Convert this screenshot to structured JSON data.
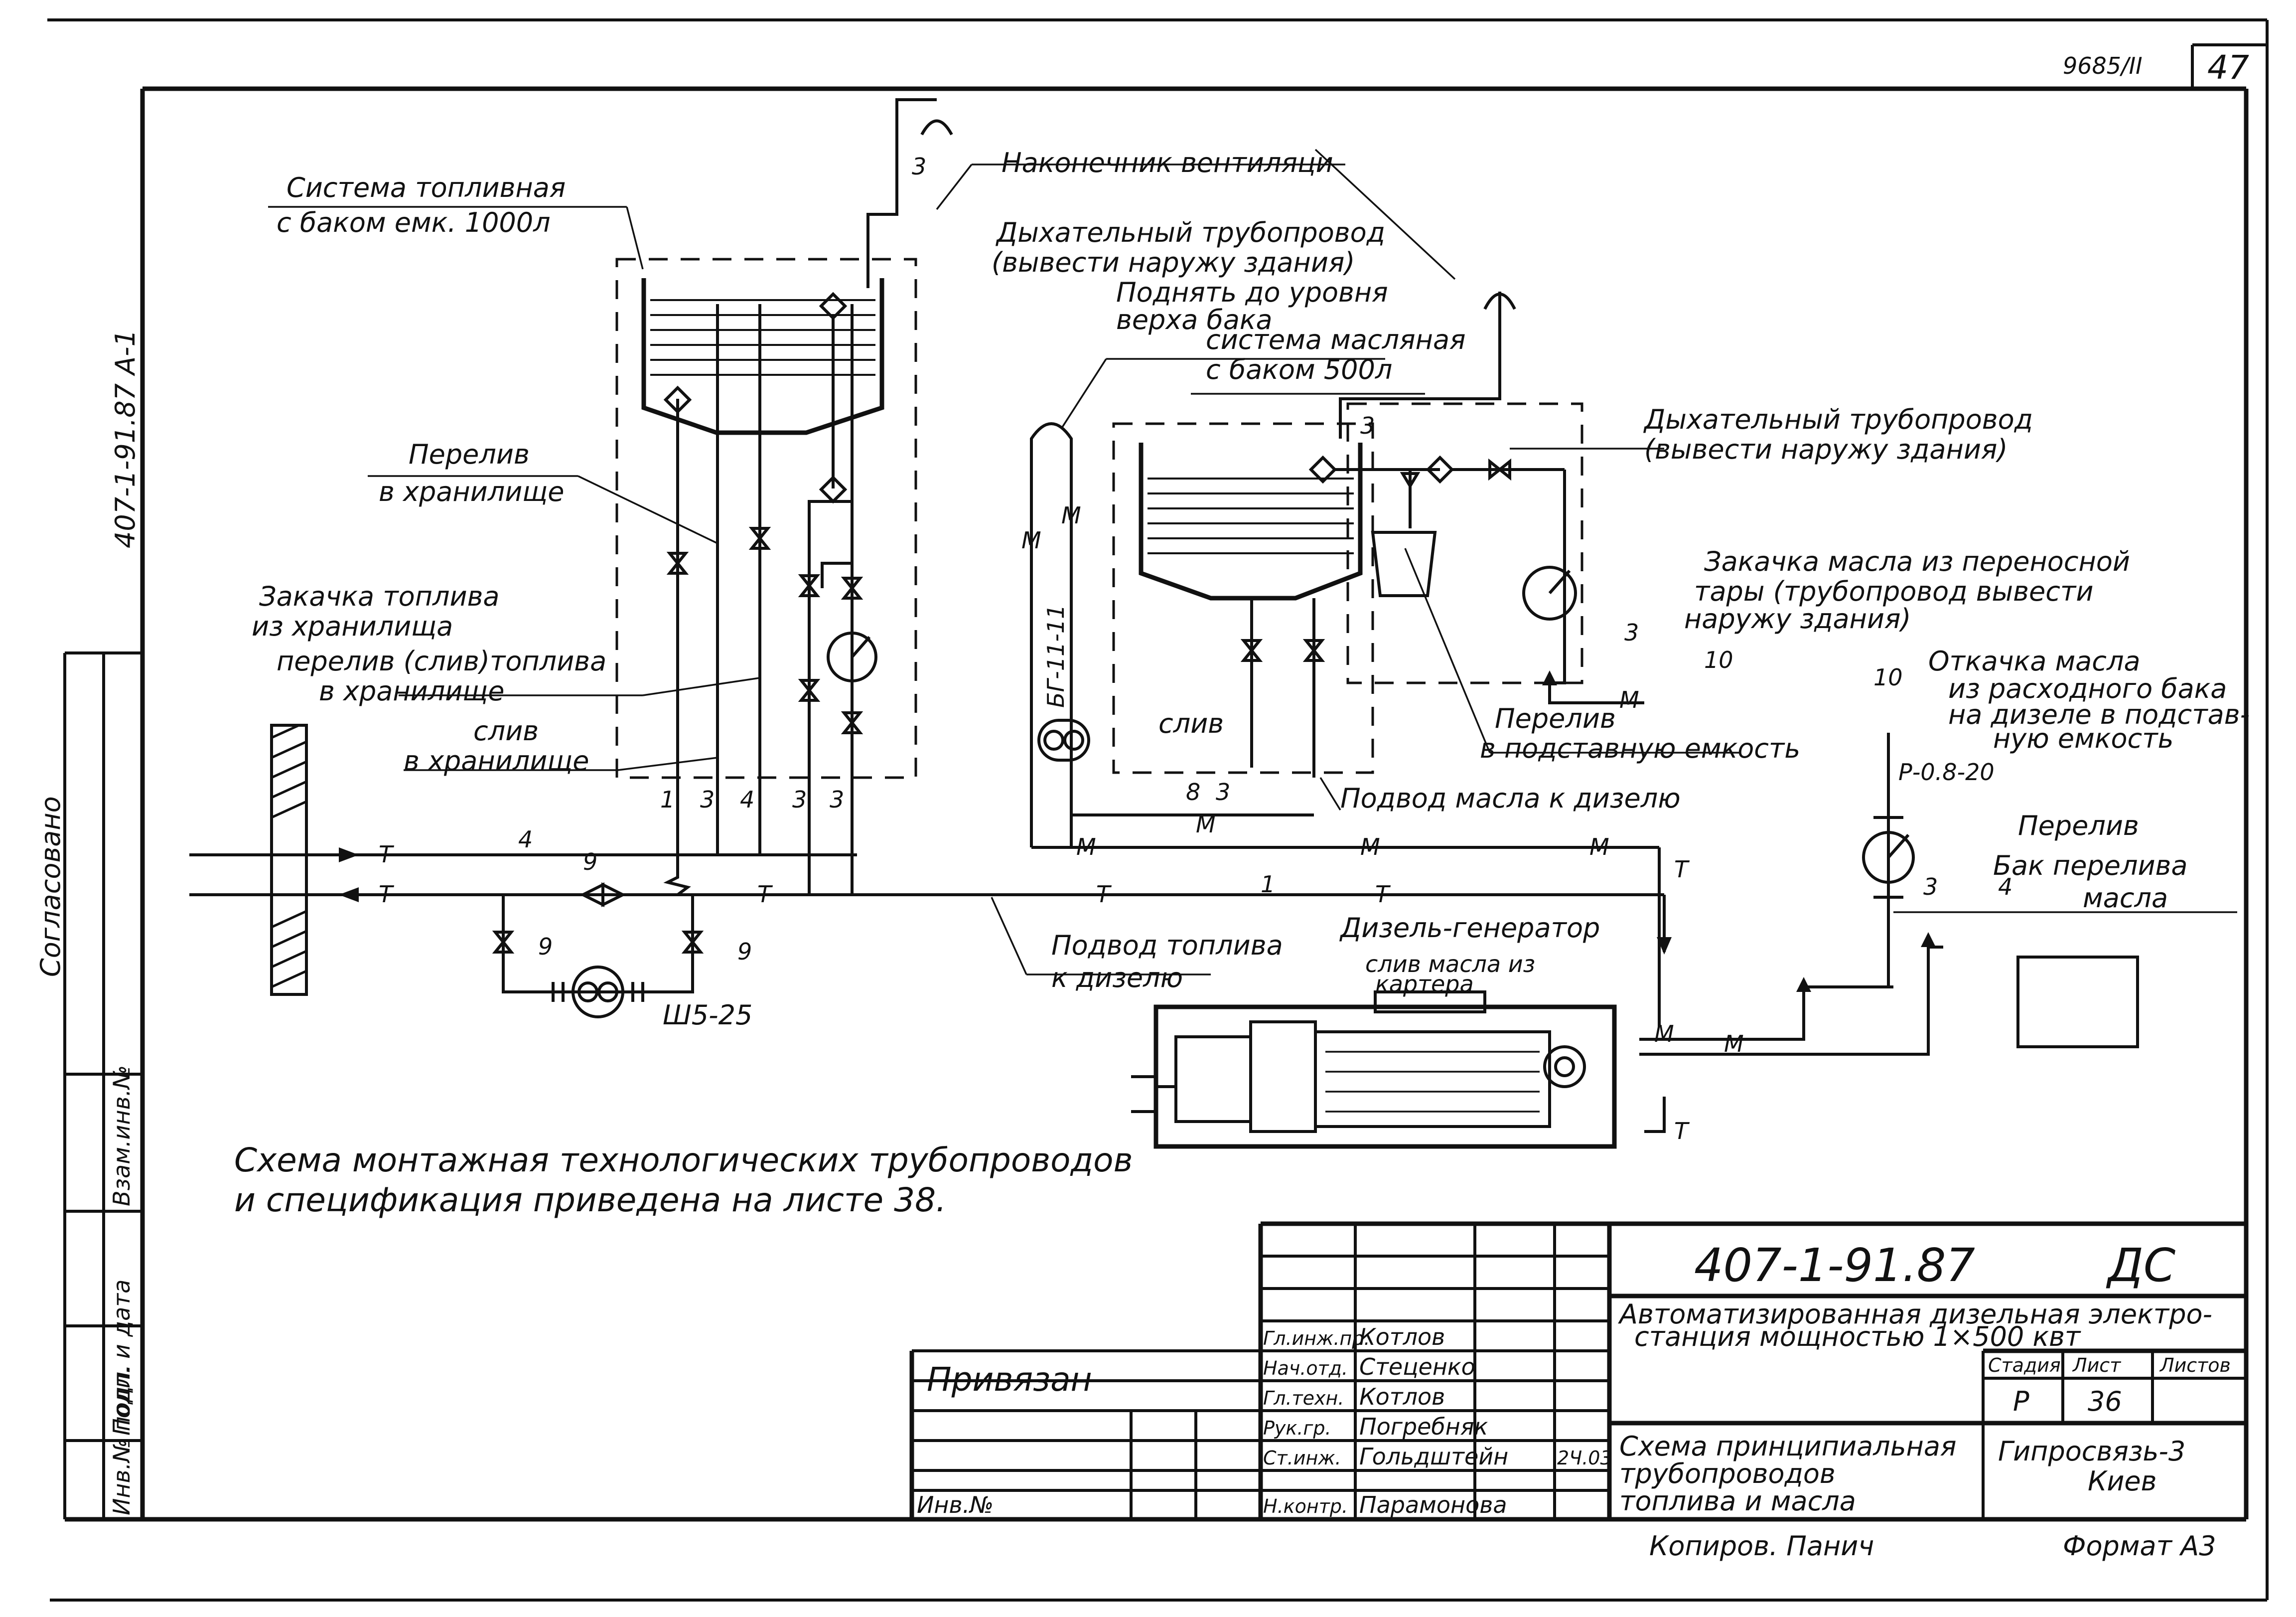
{
  "sheet": {
    "doc_code_top": "9685/II",
    "sheet_number": "47",
    "side_code": "407-1-91.87 А-1",
    "stamp_left": [
      "Согласовано",
      "Инв.№ подл.",
      "Подп. и дата",
      "Взам.инв.№"
    ]
  },
  "labels": {
    "fuel_system": [
      "Система топливная",
      "с баком емк. 1000л"
    ],
    "vent_tip": "Наконечник вентиляци",
    "breath_pipe_1": [
      "Дыхательный трубопровод",
      "(вывести наружу здания)"
    ],
    "raise_level": [
      "Поднять до уровня",
      "верха бака"
    ],
    "oil_system": [
      "система масляная",
      "с баком 500л"
    ],
    "breath_pipe_2": [
      "Дыхательный трубопровод",
      "(вывести наружу здания)"
    ],
    "overflow_storage": [
      "Перелив",
      "в хранилище"
    ],
    "pumping_fuel": [
      "Закачка топлива",
      "из хранилища"
    ],
    "overflow_drain_fuel": [
      "перелив (слив)топлива",
      "в хранилище"
    ],
    "drain_storage": [
      "слив",
      "в хранилище"
    ],
    "oil_pumping": [
      "Закачка масла из переносной",
      "тары (трубопровод вывести",
      "наружу здания)"
    ],
    "oil_pumpout": [
      "Откачка масла",
      "из расходного бака",
      "на дизеле в подстав-",
      "ную емкость"
    ],
    "overflow_sub": [
      "Перелив",
      "в подставную емкость"
    ],
    "drain": "слив",
    "oil_supply": "Подвод масла к дизелю",
    "fuel_supply": [
      "Подвод топлива",
      "к дизелю"
    ],
    "diesel_gen": "Дизель-генератор",
    "crank_drain": [
      "слив масла из",
      "картера"
    ],
    "overflow": "Перелив",
    "oil_overflow_tank": [
      "Бак перелива",
      "масла"
    ],
    "valve_model": "Р-0.8-20",
    "pump_fuel": "Ш5-25",
    "pump_oil": "БГ-11-11",
    "note": [
      "Схема монтажная технологических трубопроводов",
      "и спецификация приведена на листе 38."
    ]
  },
  "line_codes": {
    "t": "Т",
    "m": "М",
    "n1": "1",
    "n3": "3",
    "n4": "4",
    "n8": "8",
    "n9": "9",
    "n10": "10"
  },
  "title_block": {
    "code": "407-1-91.87",
    "mark": "ДС",
    "project_title": [
      "Автоматизированная дизельная электро-",
      "станция мощностью 1×500 квт"
    ],
    "tied": "Привязан",
    "inv_no": "Инв.№",
    "roles": [
      {
        "role": "Гл.инж.пр.",
        "name": "Котлов"
      },
      {
        "role": "Нач.отд.",
        "name": "Стеценко"
      },
      {
        "role": "Гл.техн.",
        "name": "Котлов"
      },
      {
        "role": "Рук.гр.",
        "name": "Погребняк"
      },
      {
        "role": "Ст.инж.",
        "name": "Гольдштейн"
      },
      {
        "role": "Н.контр.",
        "name": "Парамонова"
      }
    ],
    "date_mark": "2Ч.03",
    "stage_h": "Стадия",
    "sheet_h": "Лист",
    "sheets_h": "Листов",
    "stage": "Р",
    "sheet": "36",
    "drawing_title": [
      "Схема принципиальная",
      "трубопроводов",
      "топлива и масла"
    ],
    "org": [
      "Гипросвязь-3",
      "Киев"
    ],
    "copied": "Копиров. Панич",
    "format": "Формат А3"
  }
}
